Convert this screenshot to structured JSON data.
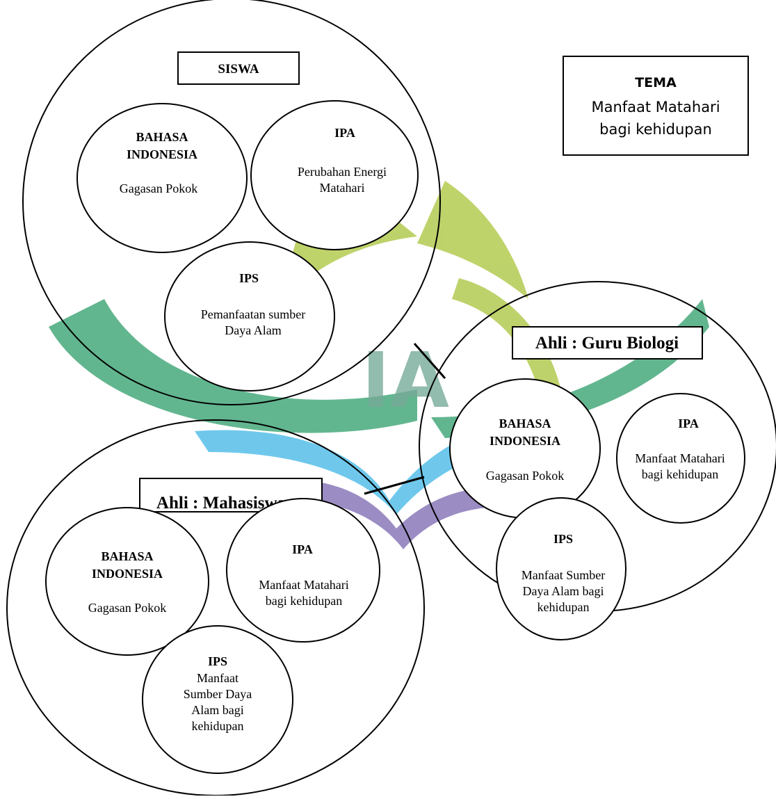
{
  "theme": {
    "heading": "TEMA",
    "line1": "Manfaat Matahari",
    "line2": "bagi kehidupan"
  },
  "groups": {
    "siswa": {
      "title": "SISWA",
      "bahasa": {
        "title1": "BAHASA",
        "title2": "INDONESIA",
        "line1": "Gagasan Pokok"
      },
      "ipa": {
        "title": "IPA",
        "line1": "Perubahan Energi",
        "line2": "Matahari"
      },
      "ips": {
        "title": "IPS",
        "line1": "Pemanfaatan sumber",
        "line2": "Daya Alam"
      }
    },
    "guru": {
      "title": "Ahli : Guru Biologi",
      "bahasa": {
        "title1": "BAHASA",
        "title2": "INDONESIA",
        "line1": "Gagasan Pokok"
      },
      "ipa": {
        "title": "IPA",
        "line1": "Manfaat Matahari",
        "line2": "bagi kehidupan"
      },
      "ips": {
        "title": "IPS",
        "line1": "Manfaat Sumber",
        "line2": "Daya Alam bagi",
        "line3": "kehidupan"
      }
    },
    "mahasiswa": {
      "title": "Ahli : Mahasiswa",
      "bahasa": {
        "title1": "BAHASA",
        "title2": "INDONESIA",
        "line1": "Gagasan Pokok"
      },
      "ipa": {
        "title": "IPA",
        "line1": "Manfaat Matahari",
        "line2": "bagi kehidupan"
      },
      "ips": {
        "title": "IPS",
        "line1": "Manfaat",
        "line2": "Sumber Daya",
        "line3": "Alam bagi",
        "line4": "kehidupan"
      }
    }
  },
  "watermark": {
    "letters": "IA",
    "colors": {
      "green": "#2e9e6a",
      "olive": "#a9c43a",
      "blue": "#3fb6e6",
      "purple": "#7a66b0"
    }
  }
}
